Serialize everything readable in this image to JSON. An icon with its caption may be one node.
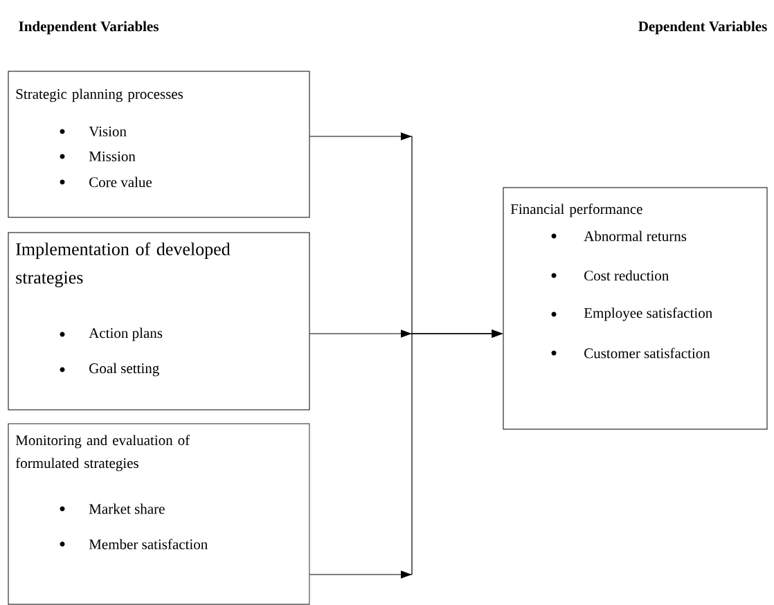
{
  "diagram": {
    "nodes": [
      {
        "text": [
          "Strategic planning processes",
          "Vision",
          "Mission",
          "Core value"
        ]
      },
      {
        "text": [
          "Implementation of developed strategies",
          "Action plans",
          "Goal setting"
        ]
      },
      {
        "text": [
          "Monitoring and evaluation of formulated strategies",
          "Market share",
          "Member satisfaction"
        ]
      },
      {
        "text": [
          "Financial performance",
          "Abnormal returns",
          "Cost reduction",
          "Employee satisfaction",
          "Customer satisfaction"
        ]
      }
    ],
    "edges": [
      {
        "from": 0,
        "to": 3,
        "arrow": "to"
      },
      {
        "from": 1,
        "to": 3,
        "arrow": "to"
      },
      {
        "from": 2,
        "to": 3,
        "arrow": "to"
      }
    ],
    "labels": [
      "Independent Variables",
      "Dependent Variables"
    ]
  }
}
